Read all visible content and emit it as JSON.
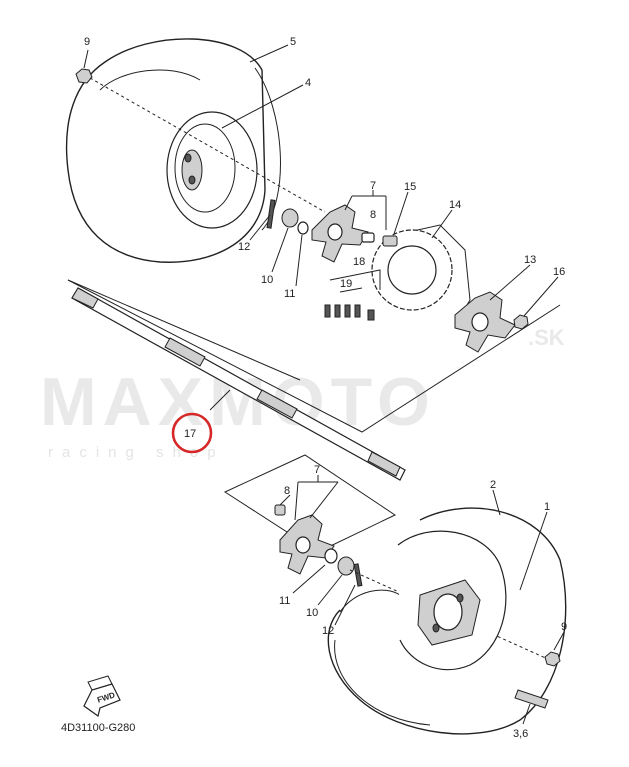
{
  "diagram": {
    "callouts": {
      "c1": "1",
      "c2": "2",
      "c3_6": "3,6",
      "c4": "4",
      "c5": "5",
      "c7_top": "7",
      "c7_bottom": "7",
      "c8_top": "8",
      "c8_bottom": "8",
      "c9_top": "9",
      "c9_bottom": "9",
      "c10_top": "10",
      "c10_bottom": "10",
      "c11_top": "11",
      "c11_bottom": "11",
      "c12_top": "12",
      "c12_bottom": "12",
      "c13": "13",
      "c14": "14",
      "c15": "15",
      "c16": "16",
      "c17": "17",
      "c18": "18",
      "c19": "19"
    },
    "highlight_color": "#d62828",
    "fwd_label": "FWD",
    "part_code": "4D31100-G280"
  },
  "watermark": {
    "brand": "MAXMOTO",
    "suffix": ".SK",
    "tagline": "racing shop"
  }
}
